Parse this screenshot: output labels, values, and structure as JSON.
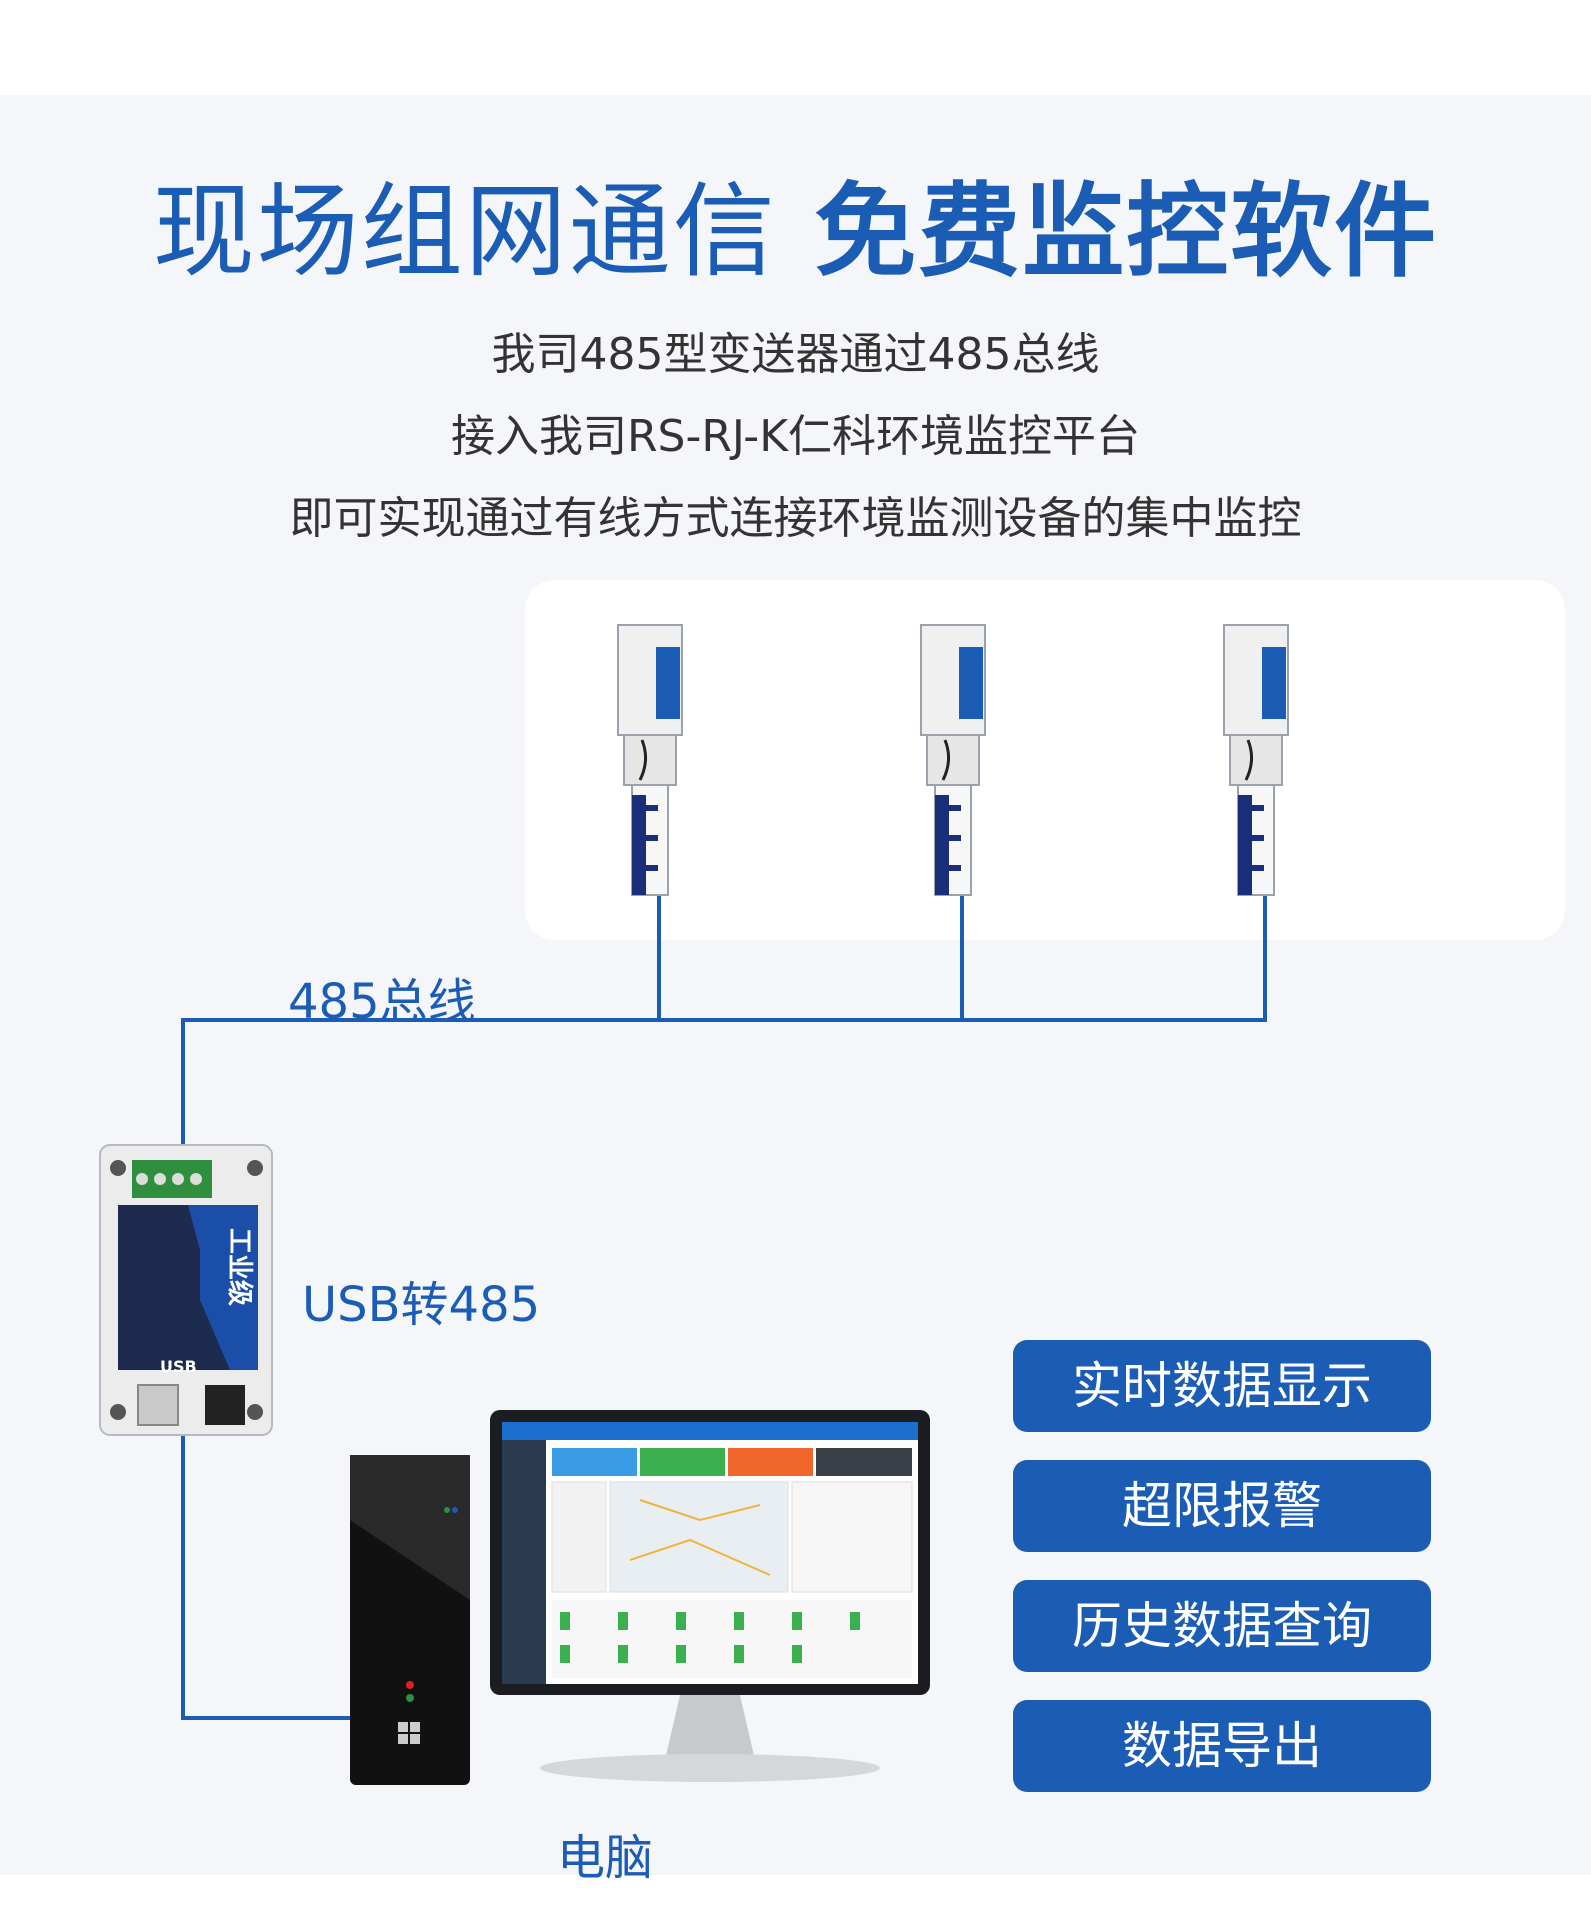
{
  "title": {
    "part1": "现场组网通信",
    "part2": "免费监控软件"
  },
  "subtitle_lines": [
    "我司485型变送器通过485总线",
    "接入我司RS-RJ-K仁科环境监控平台",
    "即可实现通过有线方式连接环境监测设备的集中监控"
  ],
  "labels": {
    "bus": "485总线",
    "converter": "USB转485",
    "computer": "电脑"
  },
  "converter_device": {
    "vertical_text": "工业级",
    "port_label": "USB"
  },
  "features": [
    "实时数据显示",
    "超限报警",
    "历史数据查询",
    "数据导出"
  ],
  "colors": {
    "accent": "#1b5cb5",
    "background": "#f4f6f9",
    "feature_button": "#1b5cb5"
  },
  "icons": {
    "sensor": "liquid-level-transmitter-icon",
    "converter": "usb-485-converter-icon",
    "computer": "desktop-computer-icon"
  }
}
